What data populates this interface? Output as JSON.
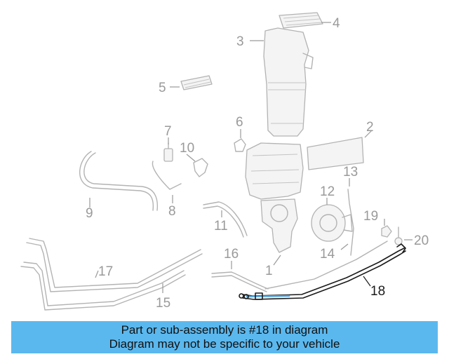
{
  "colors": {
    "banner_background": "#5bb8ee",
    "highlight_part": "#5aa9df",
    "ghost_parts": "#b3b3b3",
    "callout_text": "#9a9a9a",
    "highlight_callout_text": "#1a1a1a"
  },
  "diagram": {
    "callouts": {
      "c1": "1",
      "c2": "2",
      "c3": "3",
      "c4": "4",
      "c5": "5",
      "c6": "6",
      "c7": "7",
      "c8": "8",
      "c9": "9",
      "c10": "10",
      "c11": "11",
      "c12": "12",
      "c13": "13",
      "c14": "14",
      "c15": "15",
      "c16": "16",
      "c17": "17",
      "c18": "18",
      "c19": "19",
      "c20": "20"
    },
    "highlighted_part": "18"
  },
  "banner": {
    "line1": "Part or sub-assembly is #18 in diagram",
    "line2": "Diagram may not be specific to your vehicle"
  }
}
